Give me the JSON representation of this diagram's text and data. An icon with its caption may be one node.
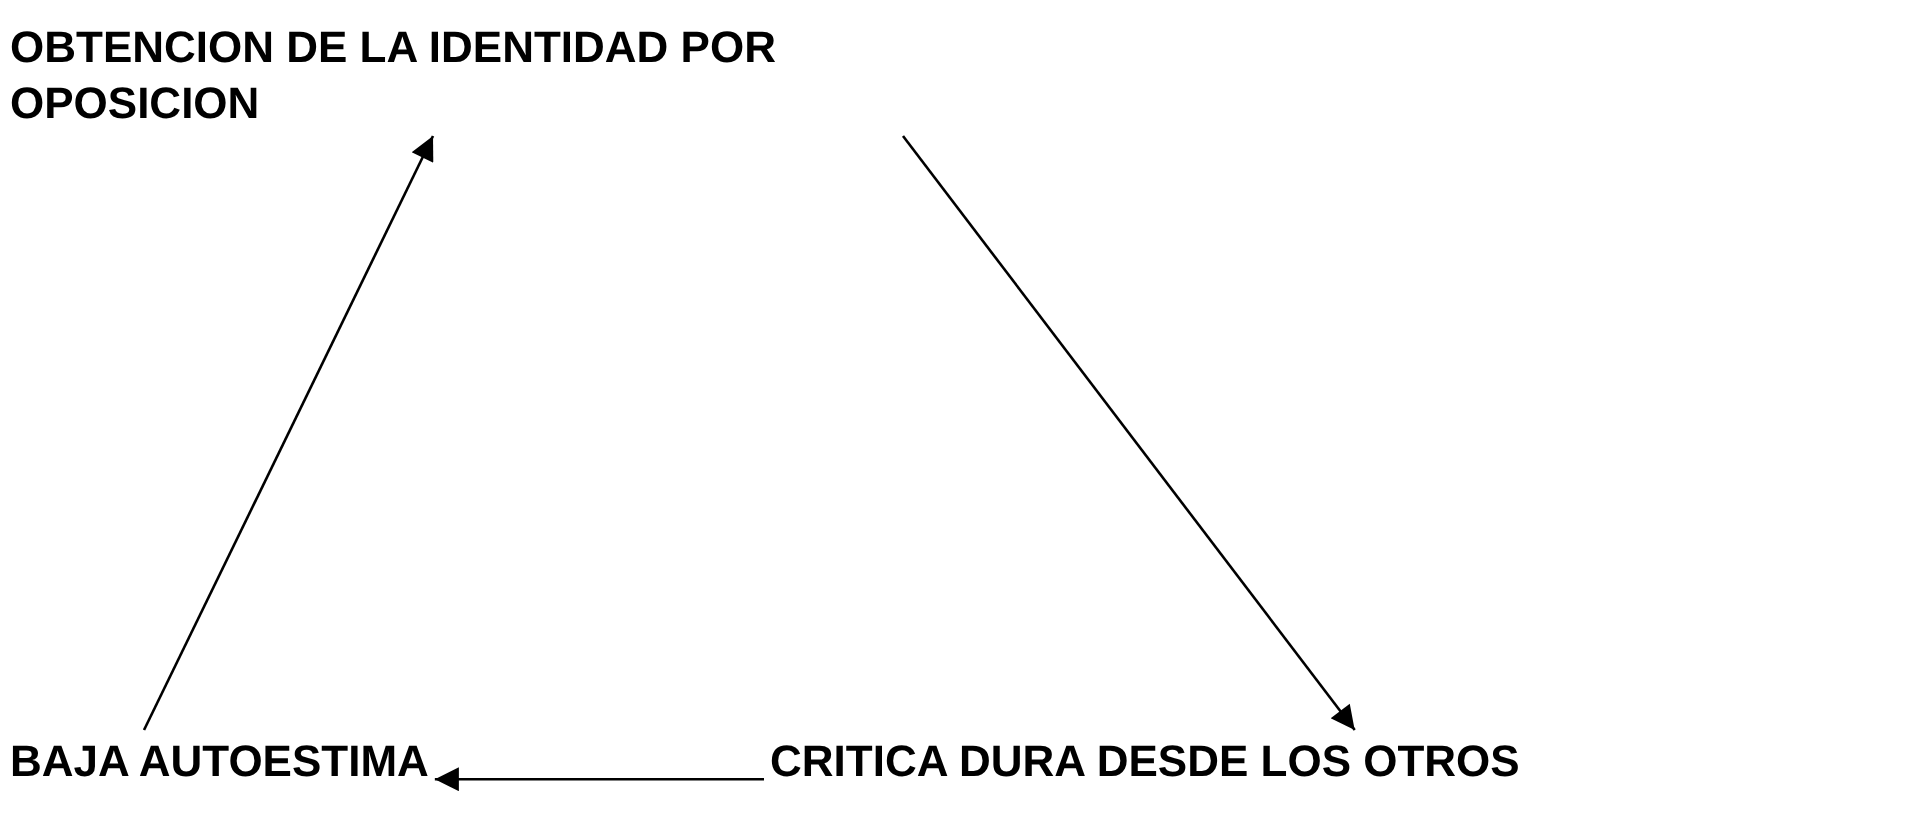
{
  "diagram": {
    "nodes": [
      {
        "text": [
          "OBTENCION DE LA IDENTIDAD POR OPOSICION"
        ]
      },
      {
        "text": [
          "CRITICA DURA DESDE LOS OTROS"
        ]
      },
      {
        "text": [
          "BAJA AUTOESTIMA"
        ]
      }
    ],
    "edges": [
      {
        "from": 0,
        "to": 1,
        "arrow": "to"
      },
      {
        "from": 1,
        "to": 2,
        "arrow": "to"
      },
      {
        "from": 2,
        "to": 0,
        "arrow": "to"
      }
    ]
  }
}
